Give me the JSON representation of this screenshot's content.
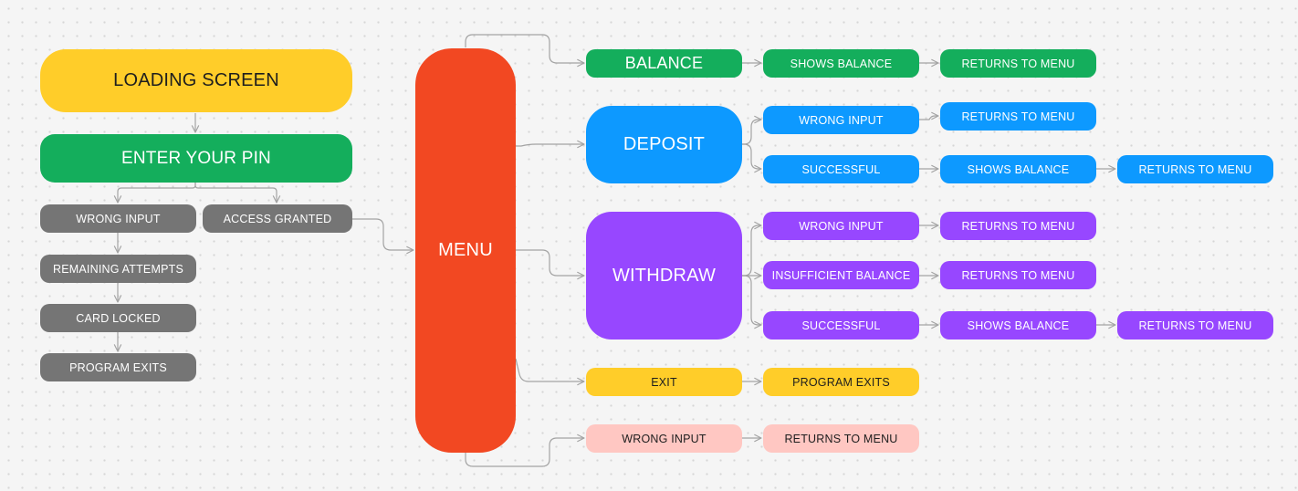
{
  "colors": {
    "yellow": "#ffcd29",
    "green": "#14ae5c",
    "gray": "#757575",
    "red": "#f24822",
    "blue": "#0d99ff",
    "purple": "#9747ff",
    "pink": "#ffc7c2",
    "connector": "#a3a3a3",
    "canvas_background": "#f5f5f5"
  },
  "pin_flow": {
    "loading_screen": "LOADING SCREEN",
    "enter_pin": "ENTER YOUR PIN",
    "wrong_input": "WRONG INPUT",
    "access_granted": "ACCESS GRANTED",
    "remaining_attempts": "REMAINING ATTEMPTS",
    "card_locked": "CARD LOCKED",
    "program_exits": "PROGRAM EXITS"
  },
  "menu": {
    "label": "MENU"
  },
  "balance": {
    "label": "BALANCE",
    "shows_balance": "SHOWS BALANCE",
    "returns_to_menu": "RETURNS TO MENU"
  },
  "deposit": {
    "label": "DEPOSIT",
    "wrong_input": "WRONG INPUT",
    "wrong_input_returns": "RETURNS TO MENU",
    "successful": "SUCCESSFUL",
    "shows_balance": "SHOWS BALANCE",
    "returns_to_menu": "RETURNS TO MENU"
  },
  "withdraw": {
    "label": "WITHDRAW",
    "wrong_input": "WRONG INPUT",
    "wrong_input_returns": "RETURNS TO MENU",
    "insufficient_balance": "INSUFFICIENT BALANCE",
    "insufficient_returns": "RETURNS TO MENU",
    "successful": "SUCCESSFUL",
    "shows_balance": "SHOWS BALANCE",
    "returns_to_menu": "RETURNS TO MENU"
  },
  "exit_option": {
    "label": "EXIT",
    "program_exits": "PROGRAM EXITS"
  },
  "invalid_option": {
    "label": "WRONG INPUT",
    "returns_to_menu": "RETURNS TO MENU"
  }
}
